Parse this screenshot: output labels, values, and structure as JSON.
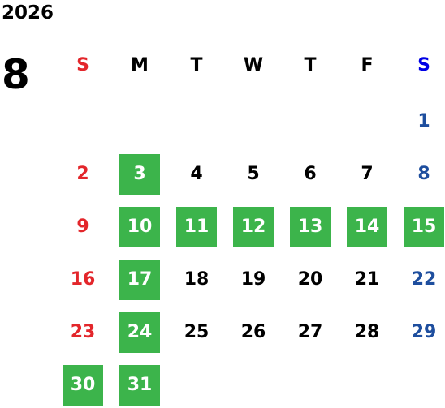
{
  "year": "2026",
  "month": "8",
  "colors": {
    "highlight": "#3cb44b",
    "sunday": "#e3262b",
    "saturday_header": "#0000e6",
    "saturday": "#1e4e9e",
    "text": "#000000"
  },
  "weekdays": [
    "S",
    "M",
    "T",
    "W",
    "T",
    "F",
    "S"
  ],
  "weeks": [
    [
      null,
      null,
      null,
      null,
      null,
      null,
      {
        "day": "1",
        "hl": false
      }
    ],
    [
      {
        "day": "2",
        "hl": false
      },
      {
        "day": "3",
        "hl": true
      },
      {
        "day": "4",
        "hl": false
      },
      {
        "day": "5",
        "hl": false
      },
      {
        "day": "6",
        "hl": false
      },
      {
        "day": "7",
        "hl": false
      },
      {
        "day": "8",
        "hl": false
      }
    ],
    [
      {
        "day": "9",
        "hl": false
      },
      {
        "day": "10",
        "hl": true
      },
      {
        "day": "11",
        "hl": true
      },
      {
        "day": "12",
        "hl": true
      },
      {
        "day": "13",
        "hl": true
      },
      {
        "day": "14",
        "hl": true
      },
      {
        "day": "15",
        "hl": true
      }
    ],
    [
      {
        "day": "16",
        "hl": false
      },
      {
        "day": "17",
        "hl": true
      },
      {
        "day": "18",
        "hl": false
      },
      {
        "day": "19",
        "hl": false
      },
      {
        "day": "20",
        "hl": false
      },
      {
        "day": "21",
        "hl": false
      },
      {
        "day": "22",
        "hl": false
      }
    ],
    [
      {
        "day": "23",
        "hl": false
      },
      {
        "day": "24",
        "hl": true
      },
      {
        "day": "25",
        "hl": false
      },
      {
        "day": "26",
        "hl": false
      },
      {
        "day": "27",
        "hl": false
      },
      {
        "day": "28",
        "hl": false
      },
      {
        "day": "29",
        "hl": false
      }
    ],
    [
      {
        "day": "30",
        "hl": true
      },
      {
        "day": "31",
        "hl": true
      },
      null,
      null,
      null,
      null,
      null
    ]
  ]
}
